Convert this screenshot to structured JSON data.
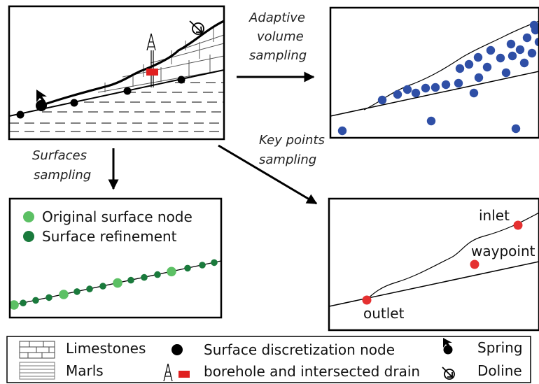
{
  "arrow_labels": {
    "adaptive_line1": "Adaptive",
    "adaptive_line2": "volume",
    "adaptive_line3": "sampling",
    "surfaces_line1": "Surfaces",
    "surfaces_line2": "sampling",
    "keypoints_line1": "Key points",
    "keypoints_line2": "sampling"
  },
  "surface_panel_legend": {
    "original": "Original surface node",
    "refinement": "Surface refinement"
  },
  "key_points": {
    "inlet": "inlet",
    "waypoint": "waypoint",
    "outlet": "outlet"
  },
  "bottom_legend": {
    "limestones": "Limestones",
    "marls": "Marls",
    "surface_node": "Surface discretization node",
    "borehole": "borehole and intersected drain",
    "spring": "Spring",
    "doline": "Doline"
  },
  "colors": {
    "blue_points": "#2f4fa6",
    "light_green": "#5cc064",
    "dark_green": "#1a7a3c",
    "red": "#e53030",
    "drain_red": "#e02020"
  }
}
